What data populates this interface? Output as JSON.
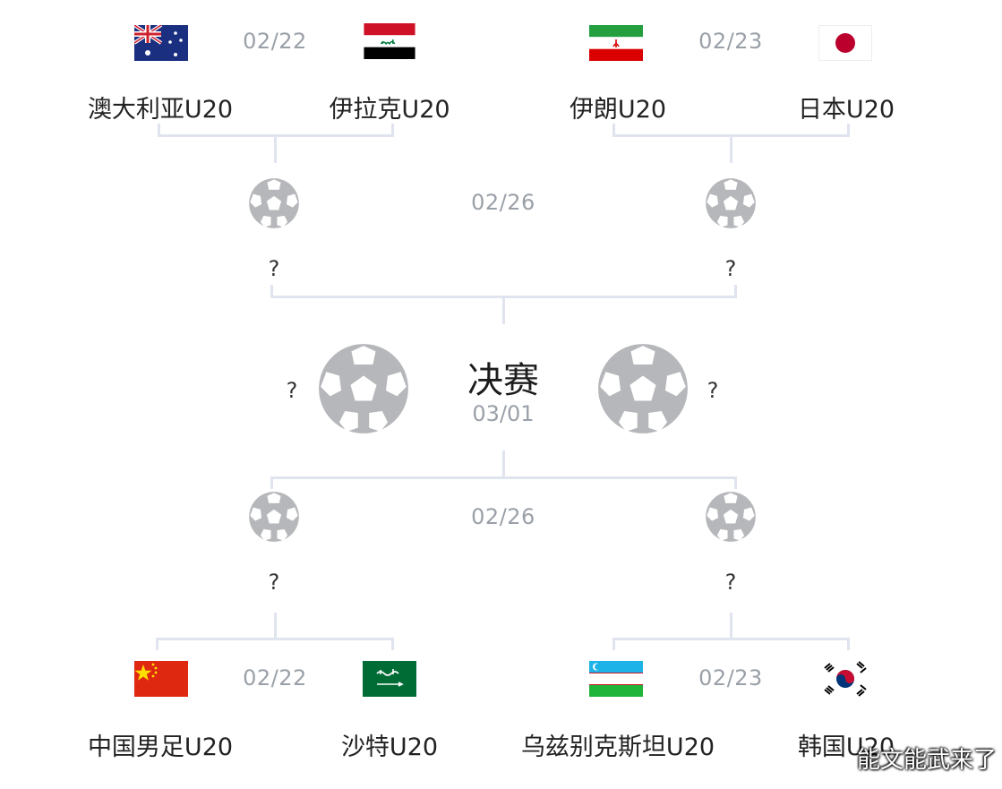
{
  "top_left_match": {
    "date": "02/22",
    "team_a": "澳大利亚U20",
    "team_b": "伊拉克U20",
    "flag_a": "australia-flag",
    "flag_b": "iraq-flag"
  },
  "top_right_match": {
    "date": "02/23",
    "team_a": "伊朗U20",
    "team_b": "日本U20",
    "flag_a": "iran-flag",
    "flag_b": "japan-flag"
  },
  "bottom_left_match": {
    "date": "02/22",
    "team_a": "中国男足U20",
    "team_b": "沙特U20",
    "flag_a": "china-flag",
    "flag_b": "saudi-arabia-flag"
  },
  "bottom_right_match": {
    "date": "02/23",
    "team_a": "乌兹别克斯坦U20",
    "team_b": "韩国U20",
    "flag_a": "uzbekistan-flag",
    "flag_b": "south-korea-flag"
  },
  "semifinal_top": {
    "date": "02/26",
    "winner_left": "?",
    "winner_right": "?"
  },
  "semifinal_bottom": {
    "date": "02/26",
    "winner_left": "?",
    "winner_right": "?"
  },
  "final": {
    "title": "决赛",
    "date": "03/01",
    "team_left": "?",
    "team_right": "?"
  },
  "watermark": "能文能武来了",
  "colors": {
    "connector": "#dfe4ee",
    "date": "#9aa0a8",
    "ball": "#b5b7ba"
  }
}
